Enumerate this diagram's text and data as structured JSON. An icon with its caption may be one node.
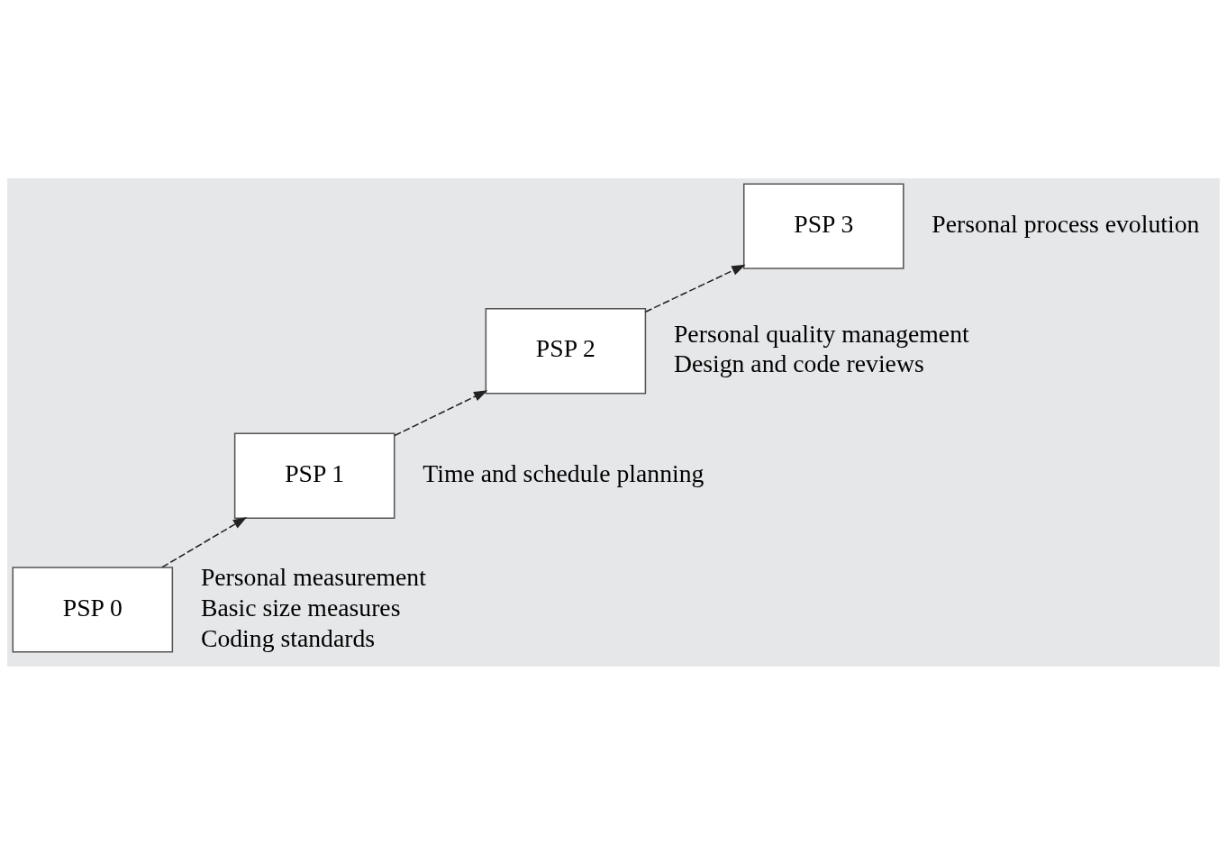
{
  "diagram": {
    "nodes": [
      {
        "text": [
          "PSP 0"
        ],
        "beside": [
          "Personal measurement",
          "Basic size measures",
          "Coding standards"
        ]
      },
      {
        "text": [
          "PSP 1"
        ],
        "beside": [
          "Time and schedule planning"
        ]
      },
      {
        "text": [
          "PSP 2"
        ],
        "beside": [
          "Personal quality management",
          "Design and code reviews"
        ]
      },
      {
        "text": [
          "PSP 3"
        ],
        "beside": [
          "Personal process evolution"
        ]
      }
    ],
    "edges": [
      {
        "from": 0,
        "to": 1,
        "arrow": "to",
        "style": "dashed"
      },
      {
        "from": 1,
        "to": 2,
        "arrow": "to",
        "style": "dashed"
      },
      {
        "from": 2,
        "to": 3,
        "arrow": "to",
        "style": "dashed"
      }
    ]
  }
}
